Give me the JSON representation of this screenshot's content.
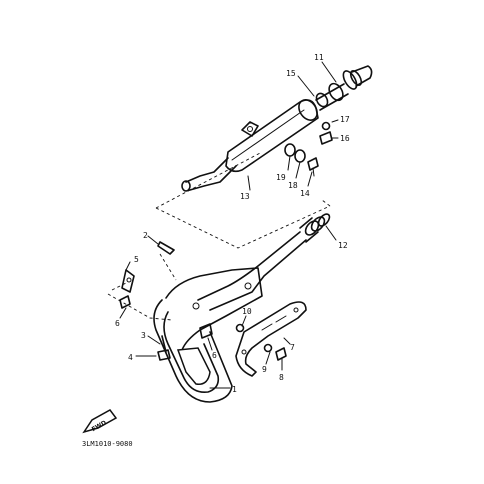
{
  "callouts": {
    "c1": "1",
    "c2": "2",
    "c3": "3",
    "c4": "4",
    "c5": "5",
    "c6a": "6",
    "c6b": "6",
    "c7": "7",
    "c8": "8",
    "c9": "9",
    "c10": "10",
    "c11": "11",
    "c12": "12",
    "c13": "13",
    "c14": "14",
    "c15": "15",
    "c16": "16",
    "c17": "17",
    "c18": "18",
    "c19": "19"
  },
  "fwd_label": "FWD",
  "diagram_code": "3LM1010-9080"
}
